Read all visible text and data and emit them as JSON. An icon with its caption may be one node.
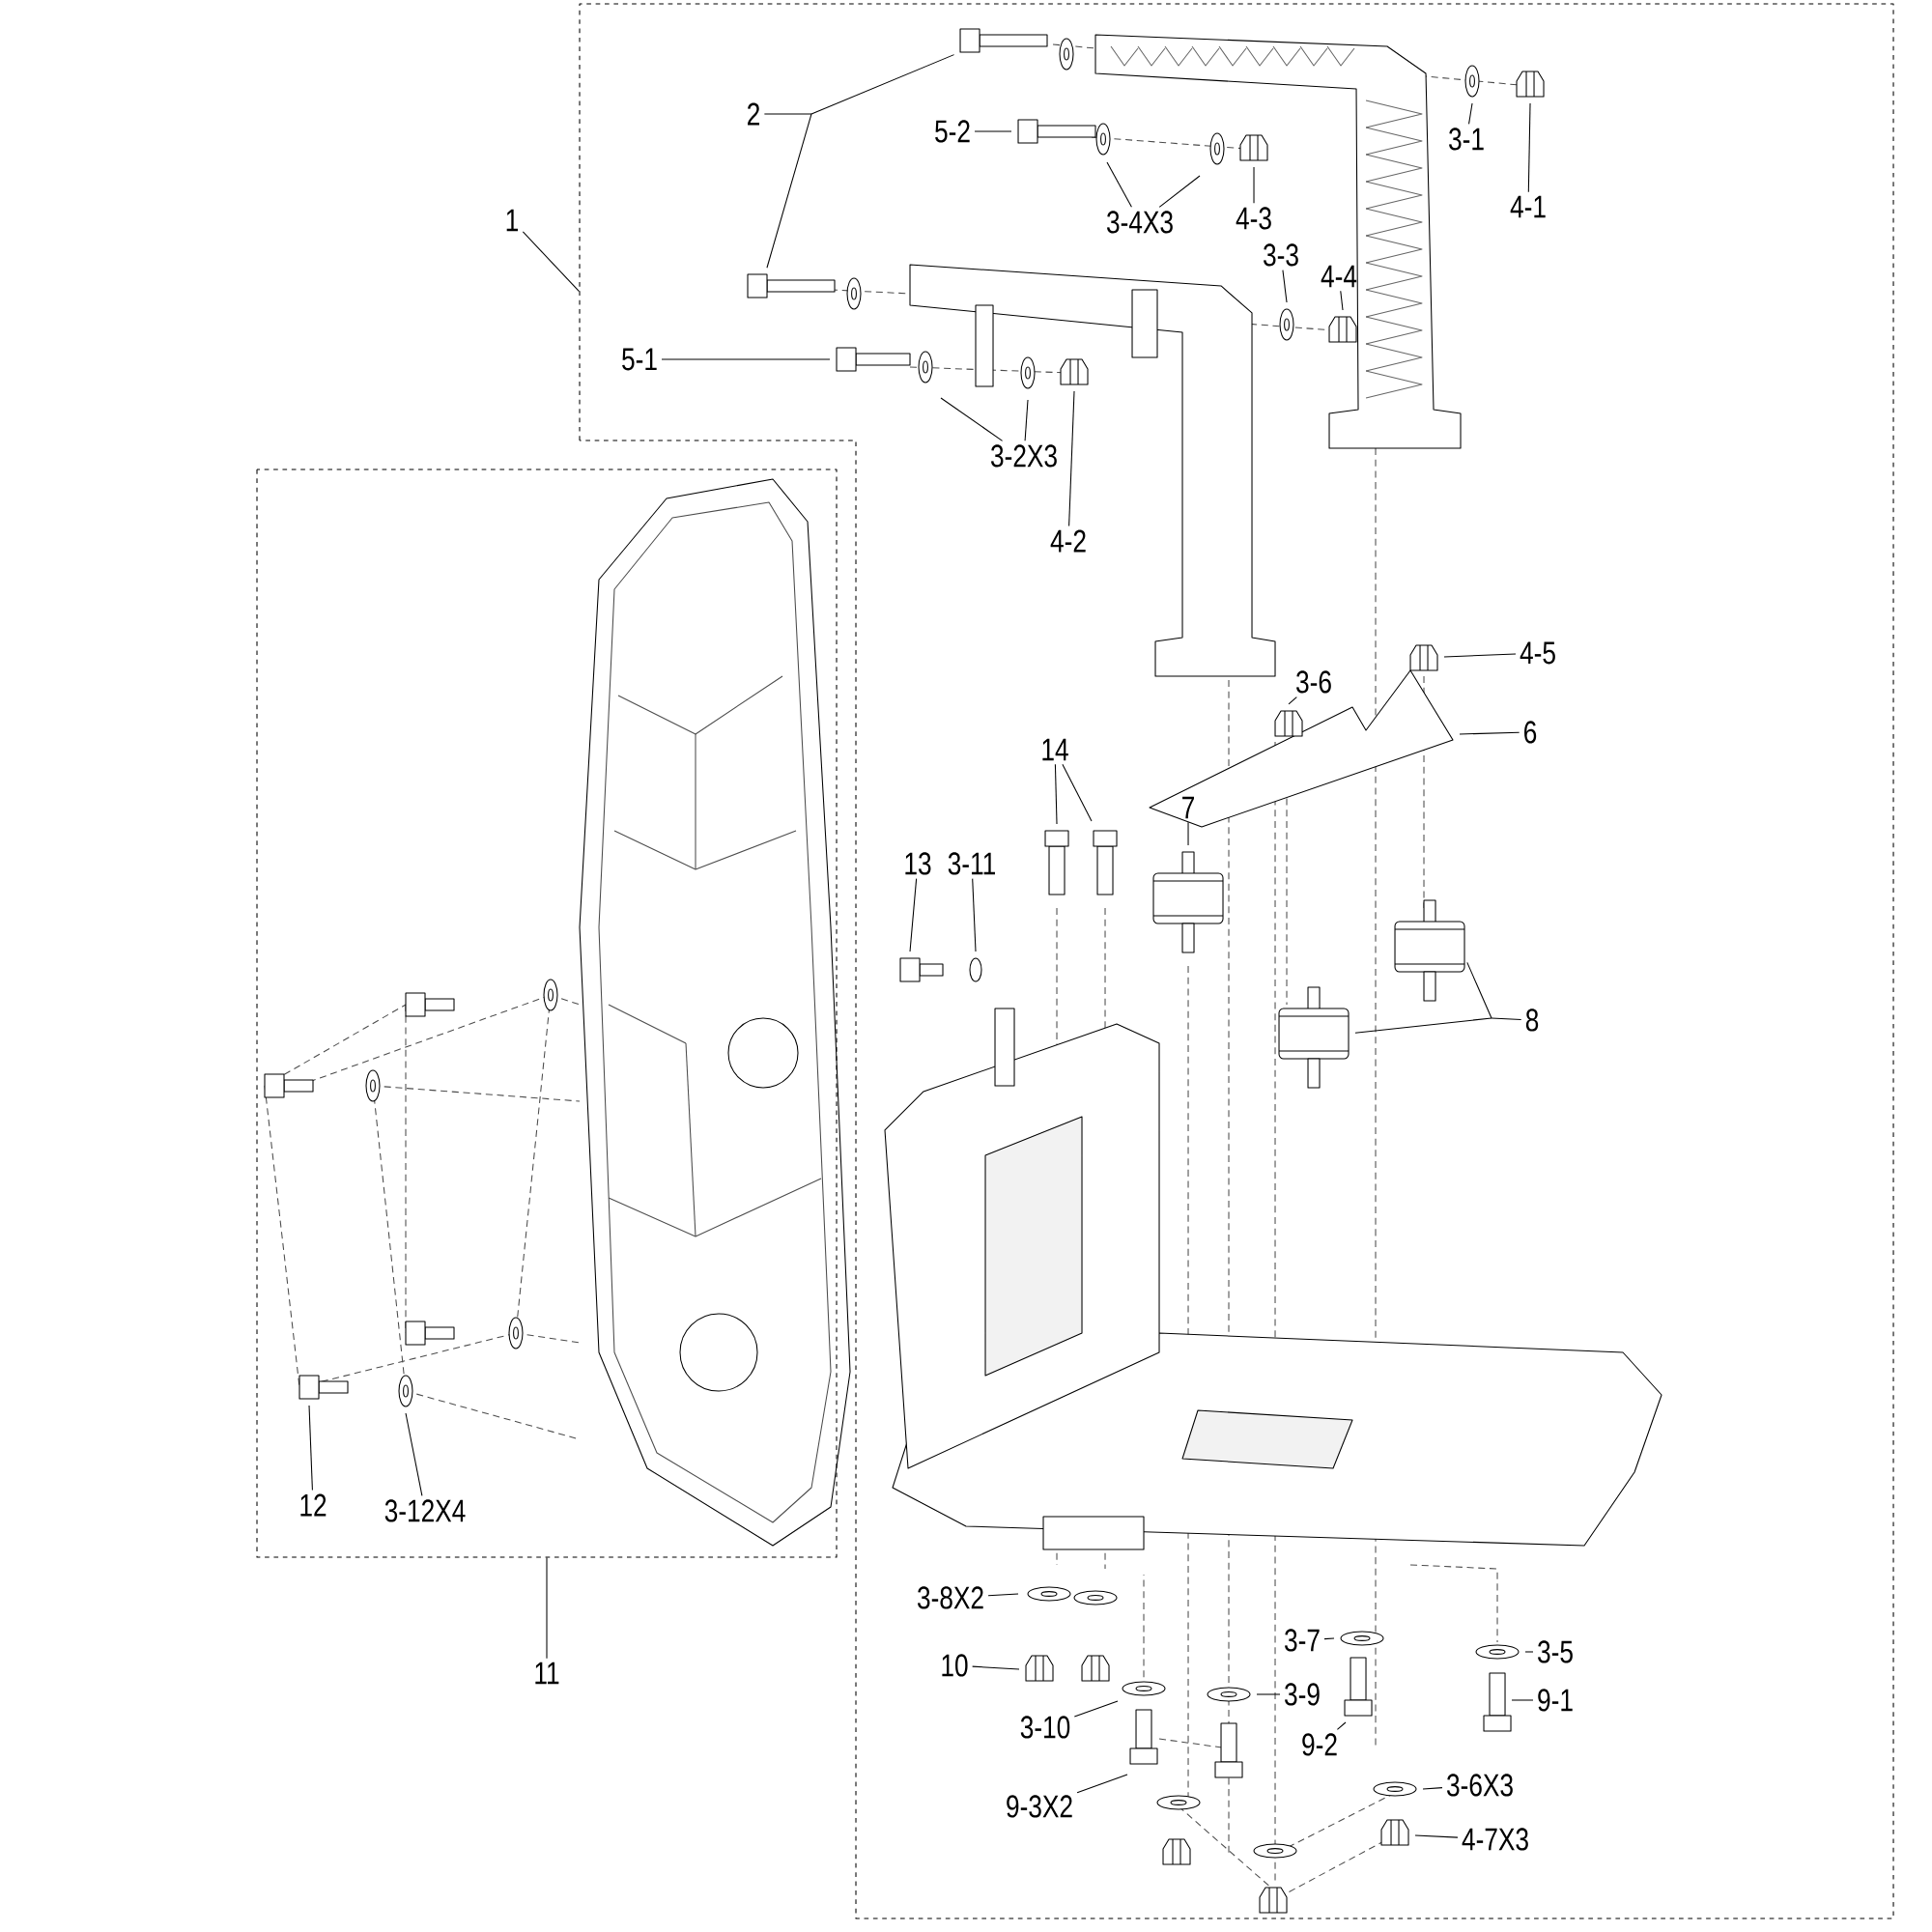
{
  "diagram": {
    "nodes": [
      {
        "text": [],
        "shape": "box"
      },
      {
        "text": [
          "2"
        ],
        "in": 0
      },
      {
        "text": [
          "5-2"
        ],
        "in": 0
      },
      {
        "text": [
          "3-1"
        ],
        "in": 0
      },
      {
        "text": [
          "4-1"
        ],
        "in": 0
      },
      {
        "text": [
          "1"
        ]
      },
      {
        "text": [
          "3-4X3"
        ],
        "in": 0
      },
      {
        "text": [
          "4-3"
        ],
        "in": 0
      },
      {
        "text": [
          "3-3"
        ],
        "in": 0
      },
      {
        "text": [
          "4-4"
        ],
        "in": 0
      },
      {
        "text": [
          "5-1"
        ],
        "in": 0
      },
      {
        "text": [
          "3-2X3"
        ],
        "in": 0
      },
      {
        "text": [],
        "shape": "box"
      },
      {
        "text": [
          "4-2"
        ],
        "in": 0
      },
      {
        "text": [
          "4-5"
        ],
        "in": 0
      },
      {
        "text": [
          "3-6"
        ],
        "in": 0
      },
      {
        "text": [
          "6"
        ],
        "in": 0
      },
      {
        "text": [
          "14"
        ],
        "in": 0
      },
      {
        "text": [
          "7"
        ],
        "in": 0
      },
      {
        "text": [
          "13"
        ],
        "in": 0
      },
      {
        "text": [
          "3-11"
        ],
        "in": 0
      },
      {
        "text": [
          "8"
        ],
        "in": 0
      },
      {
        "text": [
          "12"
        ],
        "in": 12
      },
      {
        "text": [
          "3-12X4"
        ],
        "in": 12
      },
      {
        "text": [
          "3-8X2"
        ],
        "in": 0
      },
      {
        "text": [
          "3-5"
        ],
        "in": 0
      },
      {
        "text": [
          "3-7"
        ],
        "in": 0
      },
      {
        "text": [
          "11"
        ]
      },
      {
        "text": [
          "10"
        ],
        "in": 0
      },
      {
        "text": [
          "3-9"
        ],
        "in": 0
      },
      {
        "text": [
          "9-1"
        ],
        "in": 0
      },
      {
        "text": [
          "3-10"
        ],
        "in": 0
      },
      {
        "text": [
          "9-2"
        ],
        "in": 0
      },
      {
        "text": [
          "9-3X2"
        ],
        "in": 0
      },
      {
        "text": [
          "3-6X3"
        ],
        "in": 0
      },
      {
        "text": [
          "4-7X3"
        ],
        "in": 0
      }
    ],
    "edges": [
      {
        "from": 1,
        "to": null,
        "arrow": "none"
      },
      {
        "from": 1,
        "to": null,
        "arrow": "none"
      },
      {
        "from": 2,
        "to": null,
        "arrow": "none"
      },
      {
        "from": 3,
        "to": null,
        "arrow": "none"
      },
      {
        "from": 4,
        "to": null,
        "arrow": "none"
      },
      {
        "from": 5,
        "to": 0,
        "arrow": "none"
      },
      {
        "from": 6,
        "to": null,
        "arrow": "none"
      },
      {
        "from": 6,
        "to": null,
        "arrow": "none"
      },
      {
        "from": 7,
        "to": null,
        "arrow": "none"
      },
      {
        "from": 8,
        "to": null,
        "arrow": "none"
      },
      {
        "from": 9,
        "to": null,
        "arrow": "none"
      },
      {
        "from": 10,
        "to": null,
        "arrow": "none"
      },
      {
        "from": 11,
        "to": null,
        "arrow": "none"
      },
      {
        "from": 11,
        "to": null,
        "arrow": "none"
      },
      {
        "from": 13,
        "to": null,
        "arrow": "none"
      },
      {
        "from": 14,
        "to": null,
        "arrow": "none"
      },
      {
        "from": 15,
        "to": null,
        "arrow": "none"
      },
      {
        "from": 16,
        "to": null,
        "arrow": "none"
      },
      {
        "from": 17,
        "to": null,
        "arrow": "none"
      },
      {
        "from": 17,
        "to": null,
        "arrow": "none"
      },
      {
        "from": 18,
        "to": null,
        "arrow": "none"
      },
      {
        "from": 19,
        "to": null,
        "arrow": "none"
      },
      {
        "from": 20,
        "to": null,
        "arrow": "none"
      },
      {
        "from": 21,
        "to": null,
        "arrow": "none"
      },
      {
        "from": 21,
        "to": null,
        "arrow": "none"
      },
      {
        "from": 22,
        "to": null,
        "arrow": "none"
      },
      {
        "from": 23,
        "to": null,
        "arrow": "none"
      },
      {
        "from": 24,
        "to": null,
        "arrow": "none"
      },
      {
        "from": 25,
        "to": null,
        "arrow": "none"
      },
      {
        "from": 26,
        "to": null,
        "arrow": "none"
      },
      {
        "from": 27,
        "to": 12,
        "arrow": "none"
      },
      {
        "from": 28,
        "to": null,
        "arrow": "none"
      },
      {
        "from": 29,
        "to": null,
        "arrow": "none"
      },
      {
        "from": 30,
        "to": null,
        "arrow": "none"
      },
      {
        "from": 31,
        "to": null,
        "arrow": "none"
      },
      {
        "from": 32,
        "to": null,
        "arrow": "none"
      },
      {
        "from": 33,
        "to": null,
        "arrow": "none"
      },
      {
        "from": 34,
        "to": null,
        "arrow": "none"
      },
      {
        "from": 35,
        "to": null,
        "arrow": "none"
      }
    ]
  }
}
